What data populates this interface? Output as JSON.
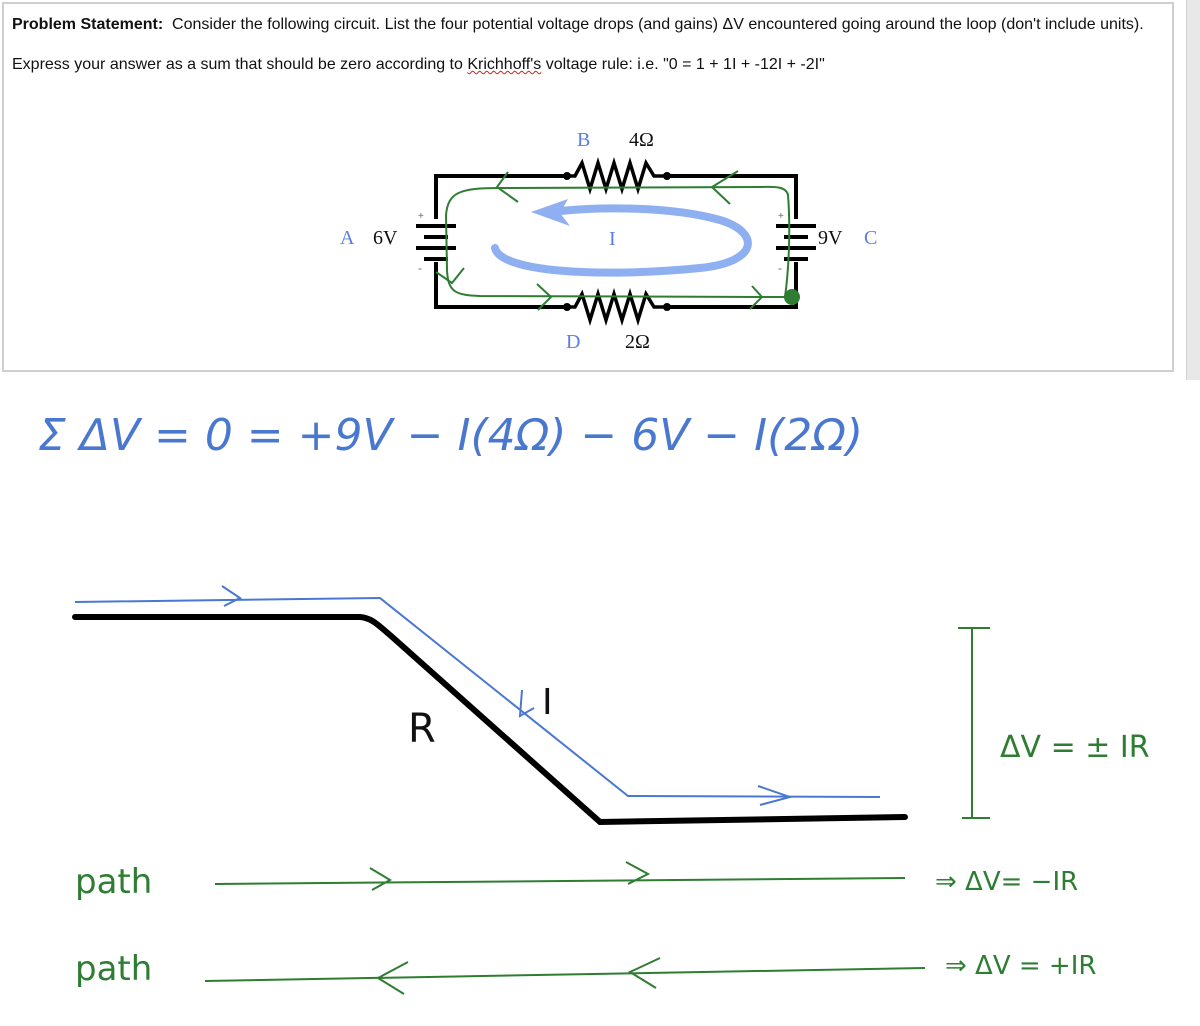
{
  "problem": {
    "label": "Problem Statement:",
    "text": "Consider the following circuit. List the four potential voltage drops (and gains) ΔV encountered going around the loop (don't include units).",
    "instruction_before": "Express your answer as a sum that should be zero according to ",
    "instruction_misspelled": "Krichhoff's",
    "instruction_after": " voltage rule: i.e. \"0 = 1 + 1I + -12I + -2I\""
  },
  "circuit": {
    "node_a": "A",
    "battery_left": "6V",
    "node_b": "B",
    "resistor_top": "4Ω",
    "node_c": "C",
    "battery_right": "9V",
    "node_d": "D",
    "resistor_bottom": "2Ω",
    "current": "I",
    "plus": "+",
    "minus": "-"
  },
  "handwriting": {
    "equation": "Σ ΔV = 0 = +9V − I(4Ω) − 6V − I(2Ω)",
    "resistor_label": "R",
    "current_label": "I",
    "delta_v_general": "ΔV = ± IR",
    "path_label_1": "path",
    "path_result_1": "⇒ ΔV= −IR",
    "path_label_2": "path",
    "path_result_2": "⇒ ΔV = +IR"
  },
  "colors": {
    "green_ink": "#2e7d32",
    "blue_ink": "#4a78d0",
    "current_arrow": "#8fb0f0",
    "node_label": "#5b7fe0"
  }
}
